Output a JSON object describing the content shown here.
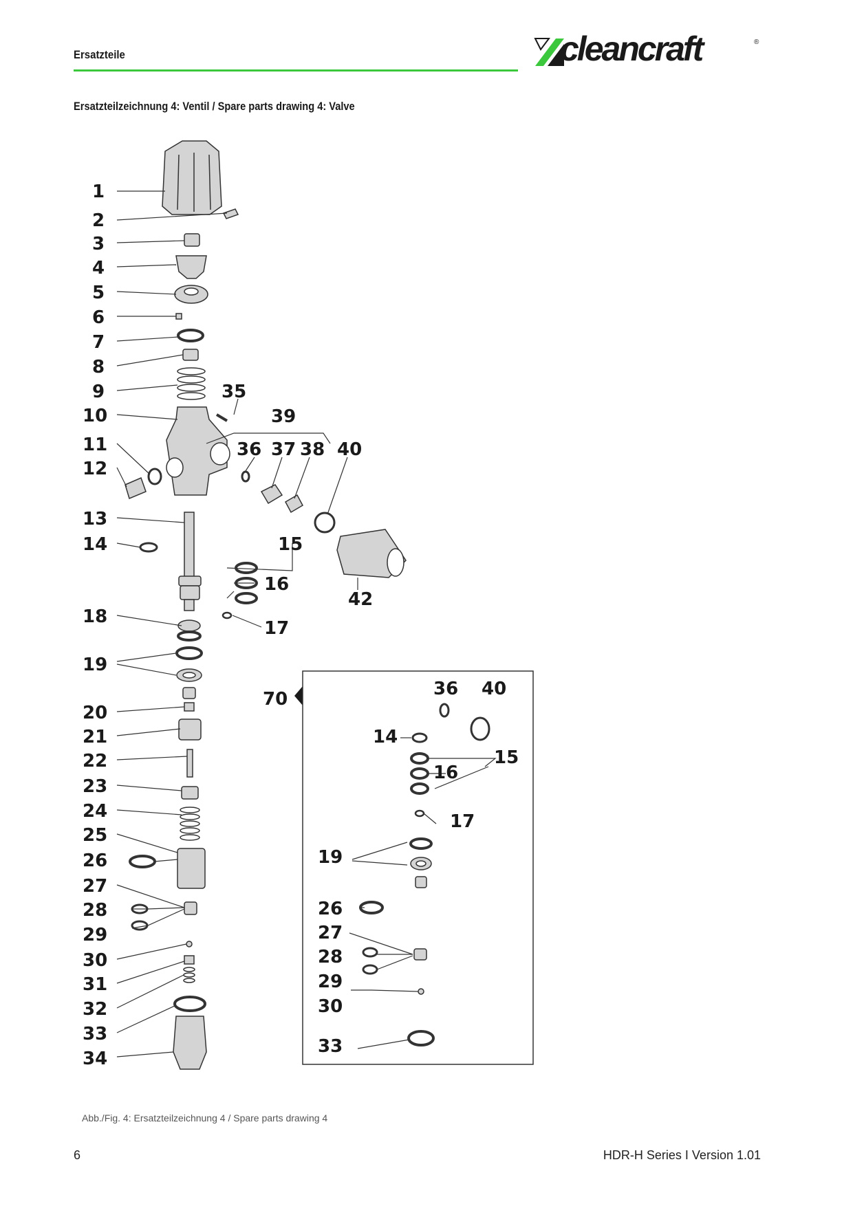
{
  "header": {
    "title": "Ersatzteile",
    "brand": "cleancraft",
    "brand_mark": "®",
    "accent_color": "#3cc83c"
  },
  "section_title": "Ersatzteilzeichnung 4: Ventil / Spare parts drawing 4: Valve",
  "drawing": {
    "main_labels": [
      "1",
      "2",
      "3",
      "4",
      "5",
      "6",
      "7",
      "8",
      "9",
      "10",
      "11",
      "12",
      "13",
      "14",
      "15",
      "16",
      "17",
      "18",
      "19",
      "20",
      "21",
      "22",
      "23",
      "24",
      "25",
      "26",
      "27",
      "28",
      "29",
      "30",
      "31",
      "32",
      "33",
      "34",
      "35",
      "36",
      "37",
      "38",
      "39",
      "40",
      "42"
    ],
    "kit_label": "70",
    "kit_labels": [
      "36",
      "40",
      "14",
      "15",
      "16",
      "17",
      "19",
      "26",
      "27",
      "28",
      "29",
      "30",
      "33"
    ]
  },
  "caption": "Abb./Fig. 4: Ersatzteilzeichnung 4 / Spare parts drawing 4",
  "footer": {
    "page_number": "6",
    "doc_series": "HDR-H Series I Version 1.01"
  }
}
